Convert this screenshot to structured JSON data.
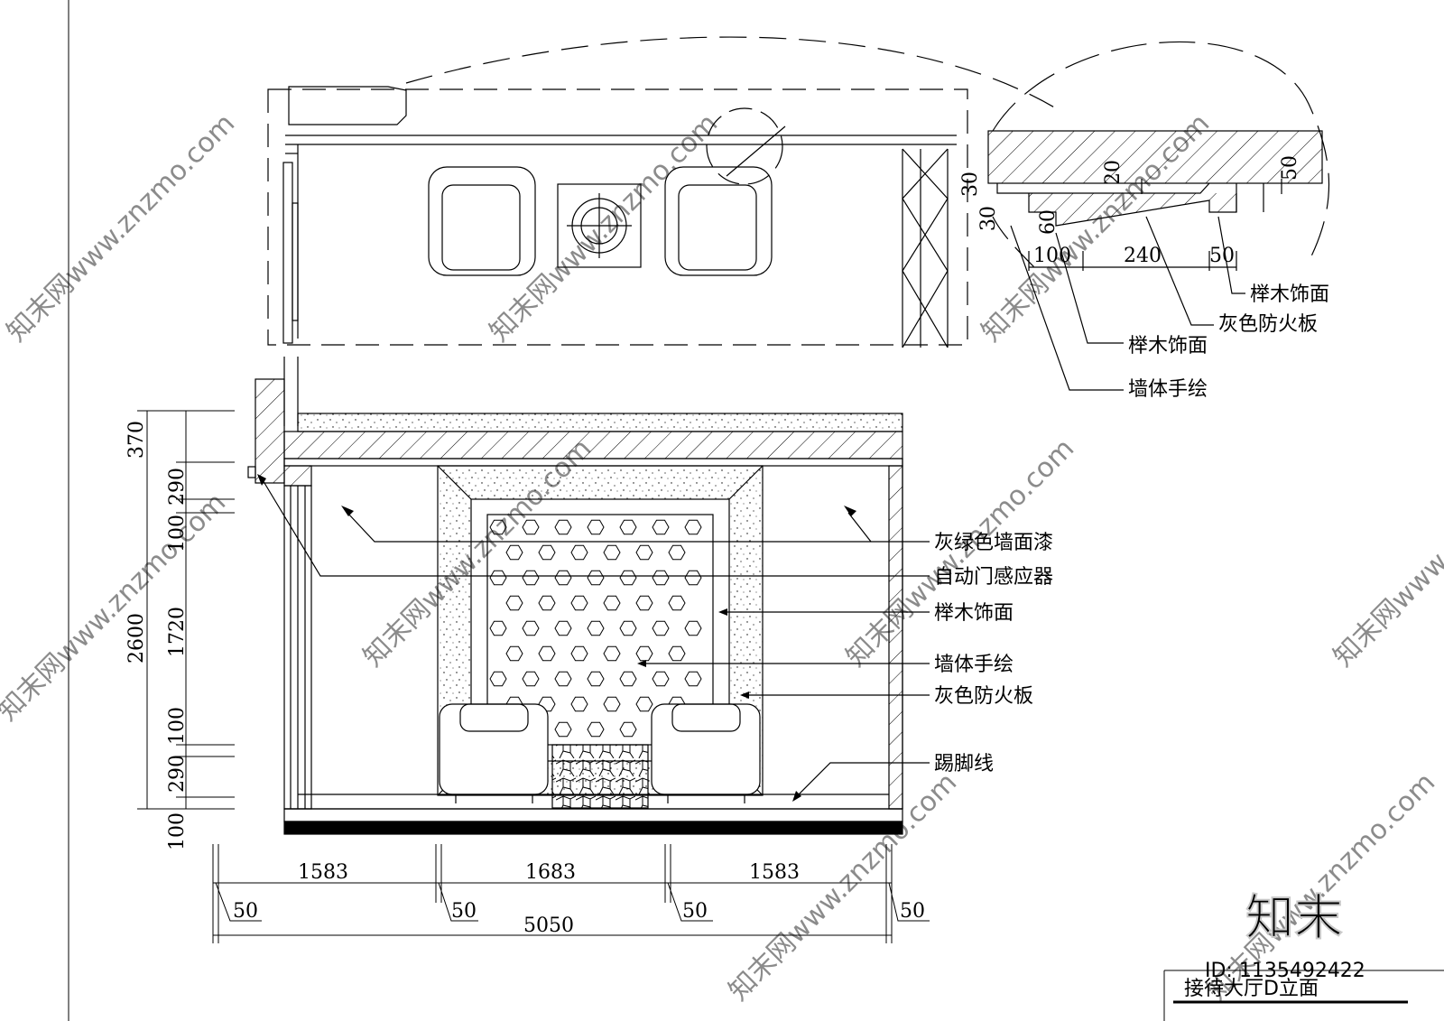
{
  "plan": {
    "detail_dims": {
      "d20": "20",
      "d50a": "50",
      "d30a": "30",
      "d30b": "30",
      "d60": "60",
      "d100": "100",
      "d240": "240",
      "d50b": "50"
    },
    "detail_labels": [
      "榉木饰面",
      "灰色防火板",
      "榉木饰面",
      "墙体手绘"
    ]
  },
  "elevation": {
    "labels": [
      "灰绿色墙面漆",
      "自动门感应器",
      "榉木饰面",
      "墙体手绘",
      "灰色防火板",
      "踢脚线"
    ],
    "vertical_dims": {
      "total": "2600",
      "d370": "370",
      "d290a": "290",
      "d100a": "100",
      "d1720": "1720",
      "d100b": "100",
      "d290b": "290",
      "d100c": "100"
    },
    "horizontal_dims": {
      "w1": "1583",
      "w2": "1683",
      "w3": "1583",
      "g1": "50",
      "g2": "50",
      "g3": "50",
      "g4": "50",
      "total": "5050"
    },
    "hex_pattern": {
      "cols": 7,
      "rows": 9
    }
  },
  "title": "接待大厅D立面",
  "watermark": {
    "text": "知末网www.znzmo.com",
    "brand": "知末",
    "id": "ID: 1135492422"
  }
}
